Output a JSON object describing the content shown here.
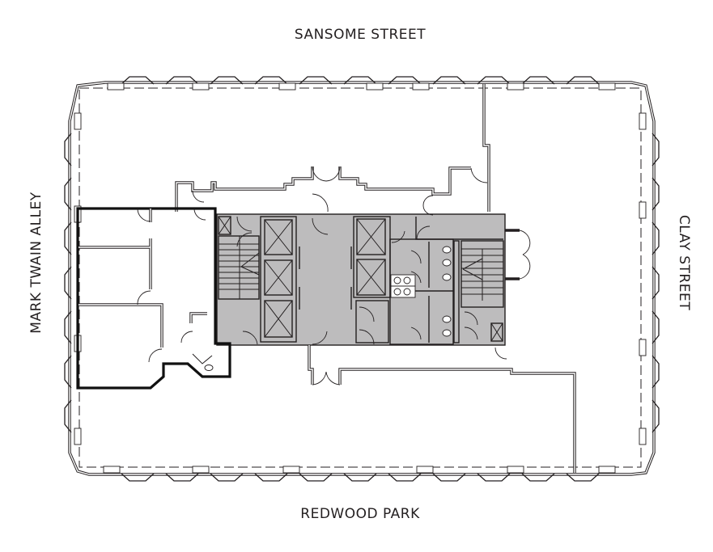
{
  "plan": {
    "type": "office floor plan",
    "streets": {
      "north": "SANSOME STREET",
      "south": "REDWOOD PARK",
      "west": "MARK TWAIN ALLEY",
      "east": "CLAY STREET"
    },
    "colors": {
      "core_fill": "#bdbcbd",
      "line": "#231f20",
      "tenant_outline": "#111111",
      "background": "#ffffff"
    },
    "core_elements": {
      "elevators": 5,
      "stairwells": 2,
      "restrooms": 2,
      "freight_shafts": 2
    }
  }
}
